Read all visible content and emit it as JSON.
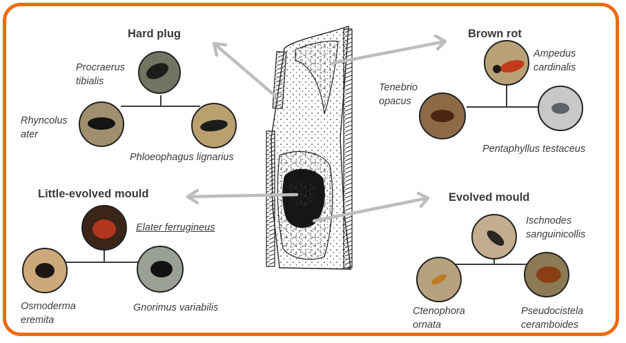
{
  "colors": {
    "frame": "#f06a0f",
    "arrow": "#bdbdbd",
    "text": "#3a3a3a",
    "connector": "#3a3a3a"
  },
  "tree_illustration": {
    "icon": "tree-trunk-cavity-sketch"
  },
  "groups": {
    "hard_plug": {
      "heading": "Hard plug",
      "species": [
        {
          "line1": "Procraerus",
          "line2": "tibialis",
          "photo": "beetle-photo"
        },
        {
          "line1": "Rhyncolus",
          "line2": "ater",
          "photo": "beetle-photo"
        },
        {
          "line1": "Phloeophagus lignarius",
          "line2": "",
          "photo": "beetle-photo"
        }
      ]
    },
    "brown_rot": {
      "heading": "Brown rot",
      "species": [
        {
          "line1": "Ampedus",
          "line2": "cardinalis",
          "photo": "beetle-photo"
        },
        {
          "line1": "Tenebrio",
          "line2": "opacus",
          "photo": "beetle-photo"
        },
        {
          "line1": "Pentaphyllus testaceus",
          "line2": "",
          "photo": "beetle-photo"
        }
      ]
    },
    "little_evolved_mould": {
      "heading": "Little-evolved mould",
      "species": [
        {
          "line1": "Elater ferrugineus",
          "line2": "",
          "photo": "beetle-photo"
        },
        {
          "line1": "Osmoderma",
          "line2": "eremita",
          "photo": "beetle-photo"
        },
        {
          "line1": "Gnorimus variabilis",
          "line2": "",
          "photo": "beetle-photo"
        }
      ]
    },
    "evolved_mould": {
      "heading": "Evolved mould",
      "species": [
        {
          "line1": "Ischnodes",
          "line2": "sanguinicollis",
          "photo": "beetle-photo"
        },
        {
          "line1": "Ctenophora",
          "line2": "ornata",
          "photo": "fly-photo"
        },
        {
          "line1": "Pseudocistela",
          "line2": "ceramboides",
          "photo": "beetle-photo"
        }
      ]
    }
  }
}
